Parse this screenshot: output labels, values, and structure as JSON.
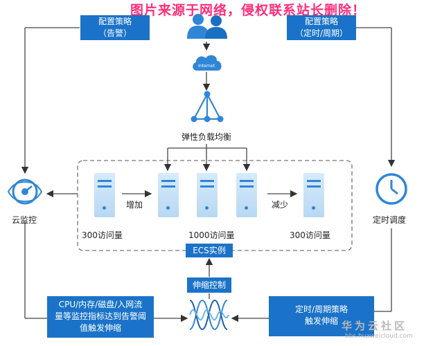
{
  "watermark": "图片来源于网络，侵权联系站长删除！",
  "policy_alarm": {
    "line1": "配置策略",
    "line2": "（告警）"
  },
  "policy_schedule": {
    "line1": "配置策略",
    "line2": "（定时/周期）"
  },
  "internet_label": "Internet",
  "elb_label": "弹性负载均衡",
  "cloud_monitor_label": "云监控",
  "scheduler_label": "定时调度",
  "increase_label": "增加",
  "decrease_label": "减少",
  "traffic_300_left": "300访问量",
  "traffic_1000": "1000访问量",
  "traffic_300_right": "300访问量",
  "ecs_label": "ECS实例",
  "scaling_label": "伸缩控制",
  "alarm_trigger": {
    "line1": "CPU/内存/磁盘/入网流",
    "line2": "量等监控指标达到告警阈",
    "line3": "值触发伸缩"
  },
  "schedule_trigger": {
    "line1": "定时/周期策略",
    "line2": "触发伸缩"
  },
  "logo": {
    "cn": "华为云社区",
    "url": "bbs.huaweicloud.com"
  },
  "colors": {
    "primary": "#1a73c8",
    "line": "#444444",
    "watermark": "#ff2d7a"
  }
}
